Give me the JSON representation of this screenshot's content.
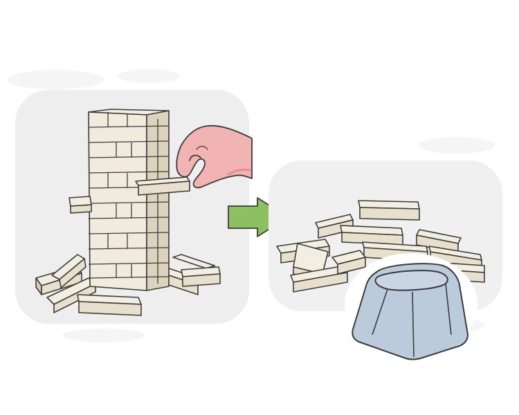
{
  "scene": {
    "background_color": "#ffffff",
    "left_panel": {
      "subject": "jenga-tower-with-hand",
      "panel_color": "#eeeeee"
    },
    "arrow": {
      "direction": "right",
      "color": "#8cc060"
    },
    "right_panel": {
      "subject": "collapsed-block-pile",
      "panel_color": "#f0f0f0"
    },
    "keycap": {
      "subject": "keyboard-keycap",
      "color": "#bccbdc"
    },
    "colors": {
      "wood_light": "#f3eee2",
      "wood_mid": "#e8e0cc",
      "wood_dark": "#d7cdb6",
      "outline": "#3a3a3a",
      "skin": "#f2b3b3",
      "skin_shadow": "#e38e8e"
    }
  }
}
